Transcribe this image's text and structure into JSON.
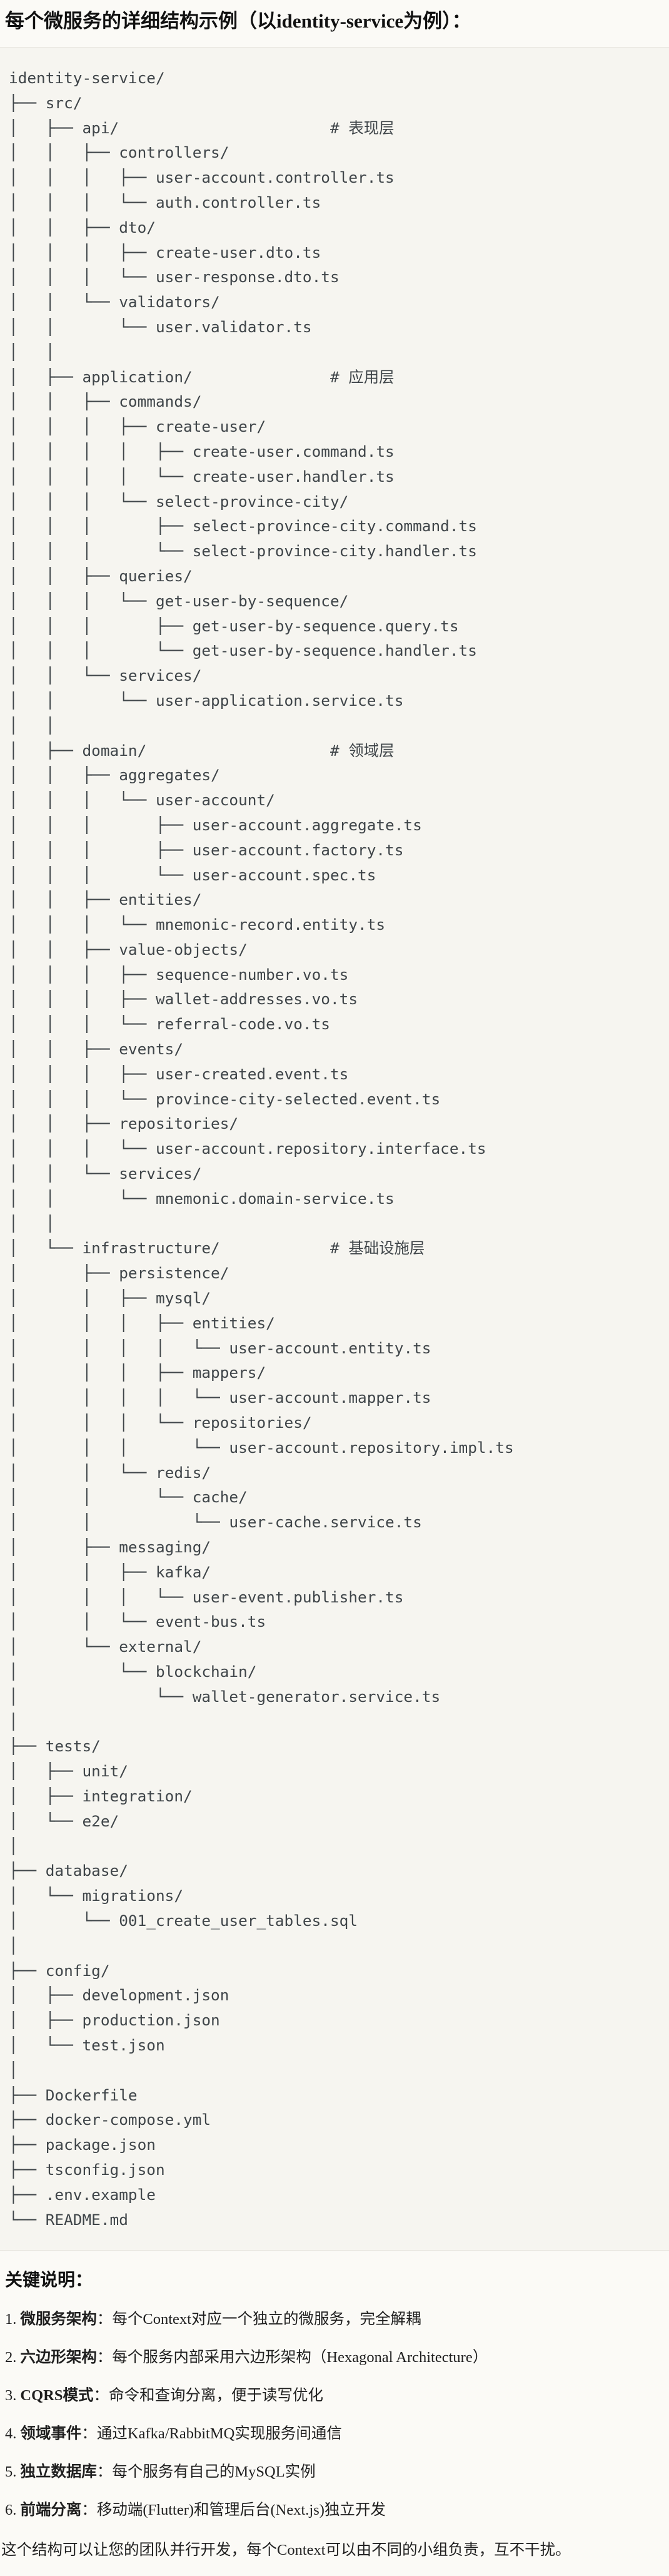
{
  "title": "每个微服务的详细结构示例（以identity-service为例）：",
  "tree": {
    "lines": [
      "identity-service/",
      "├── src/",
      "│   ├── api/                       # 表现层",
      "│   │   ├── controllers/",
      "│   │   │   ├── user-account.controller.ts",
      "│   │   │   └── auth.controller.ts",
      "│   │   ├── dto/",
      "│   │   │   ├── create-user.dto.ts",
      "│   │   │   └── user-response.dto.ts",
      "│   │   └── validators/",
      "│   │       └── user.validator.ts",
      "│   │",
      "│   ├── application/               # 应用层",
      "│   │   ├── commands/",
      "│   │   │   ├── create-user/",
      "│   │   │   │   ├── create-user.command.ts",
      "│   │   │   │   └── create-user.handler.ts",
      "│   │   │   └── select-province-city/",
      "│   │   │       ├── select-province-city.command.ts",
      "│   │   │       └── select-province-city.handler.ts",
      "│   │   ├── queries/",
      "│   │   │   └── get-user-by-sequence/",
      "│   │   │       ├── get-user-by-sequence.query.ts",
      "│   │   │       └── get-user-by-sequence.handler.ts",
      "│   │   └── services/",
      "│   │       └── user-application.service.ts",
      "│   │",
      "│   ├── domain/                    # 领域层",
      "│   │   ├── aggregates/",
      "│   │   │   └── user-account/",
      "│   │   │       ├── user-account.aggregate.ts",
      "│   │   │       ├── user-account.factory.ts",
      "│   │   │       └── user-account.spec.ts",
      "│   │   ├── entities/",
      "│   │   │   └── mnemonic-record.entity.ts",
      "│   │   ├── value-objects/",
      "│   │   │   ├── sequence-number.vo.ts",
      "│   │   │   ├── wallet-addresses.vo.ts",
      "│   │   │   └── referral-code.vo.ts",
      "│   │   ├── events/",
      "│   │   │   ├── user-created.event.ts",
      "│   │   │   └── province-city-selected.event.ts",
      "│   │   ├── repositories/",
      "│   │   │   └── user-account.repository.interface.ts",
      "│   │   └── services/",
      "│   │       └── mnemonic.domain-service.ts",
      "│   │",
      "│   └── infrastructure/            # 基础设施层",
      "│       ├── persistence/",
      "│       │   ├── mysql/",
      "│       │   │   ├── entities/",
      "│       │   │   │   └── user-account.entity.ts",
      "│       │   │   ├── mappers/",
      "│       │   │   │   └── user-account.mapper.ts",
      "│       │   │   └── repositories/",
      "│       │   │       └── user-account.repository.impl.ts",
      "│       │   └── redis/",
      "│       │       └── cache/",
      "│       │           └── user-cache.service.ts",
      "│       ├── messaging/",
      "│       │   ├── kafka/",
      "│       │   │   └── user-event.publisher.ts",
      "│       │   └── event-bus.ts",
      "│       └── external/",
      "│           └── blockchain/",
      "│               └── wallet-generator.service.ts",
      "│",
      "├── tests/",
      "│   ├── unit/",
      "│   ├── integration/",
      "│   └── e2e/",
      "│",
      "├── database/",
      "│   └── migrations/",
      "│       └── 001_create_user_tables.sql",
      "│",
      "├── config/",
      "│   ├── development.json",
      "│   ├── production.json",
      "│   └── test.json",
      "│",
      "├── Dockerfile",
      "├── docker-compose.yml",
      "├── package.json",
      "├── tsconfig.json",
      "├── .env.example",
      "└── README.md"
    ]
  },
  "notes": {
    "heading": "关键说明：",
    "items": [
      {
        "num": "1.",
        "label": "微服务架构",
        "text": "：每个Context对应一个独立的微服务，完全解耦"
      },
      {
        "num": "2.",
        "label": "六边形架构",
        "text": "：每个服务内部采用六边形架构（Hexagonal Architecture）"
      },
      {
        "num": "3.",
        "label": "CQRS模式",
        "text": "：命令和查询分离，便于读写优化"
      },
      {
        "num": "4.",
        "label": "领域事件",
        "text": "：通过Kafka/RabbitMQ实现服务间通信"
      },
      {
        "num": "5.",
        "label": "独立数据库",
        "text": "：每个服务有自己的MySQL实例"
      },
      {
        "num": "6.",
        "label": "前端分离",
        "text": "：移动端(Flutter)和管理后台(Next.js)独立开发"
      }
    ],
    "footer": "这个结构可以让您的团队并行开发，每个Context可以由不同的小组负责，互不干扰。"
  },
  "colors": {
    "page_bg": "#fbfaf6",
    "code_bg": "#f6f5f0",
    "code_border": "#e6e4de",
    "tree_text": "#3f4549",
    "body_text": "#1f1f1f"
  }
}
